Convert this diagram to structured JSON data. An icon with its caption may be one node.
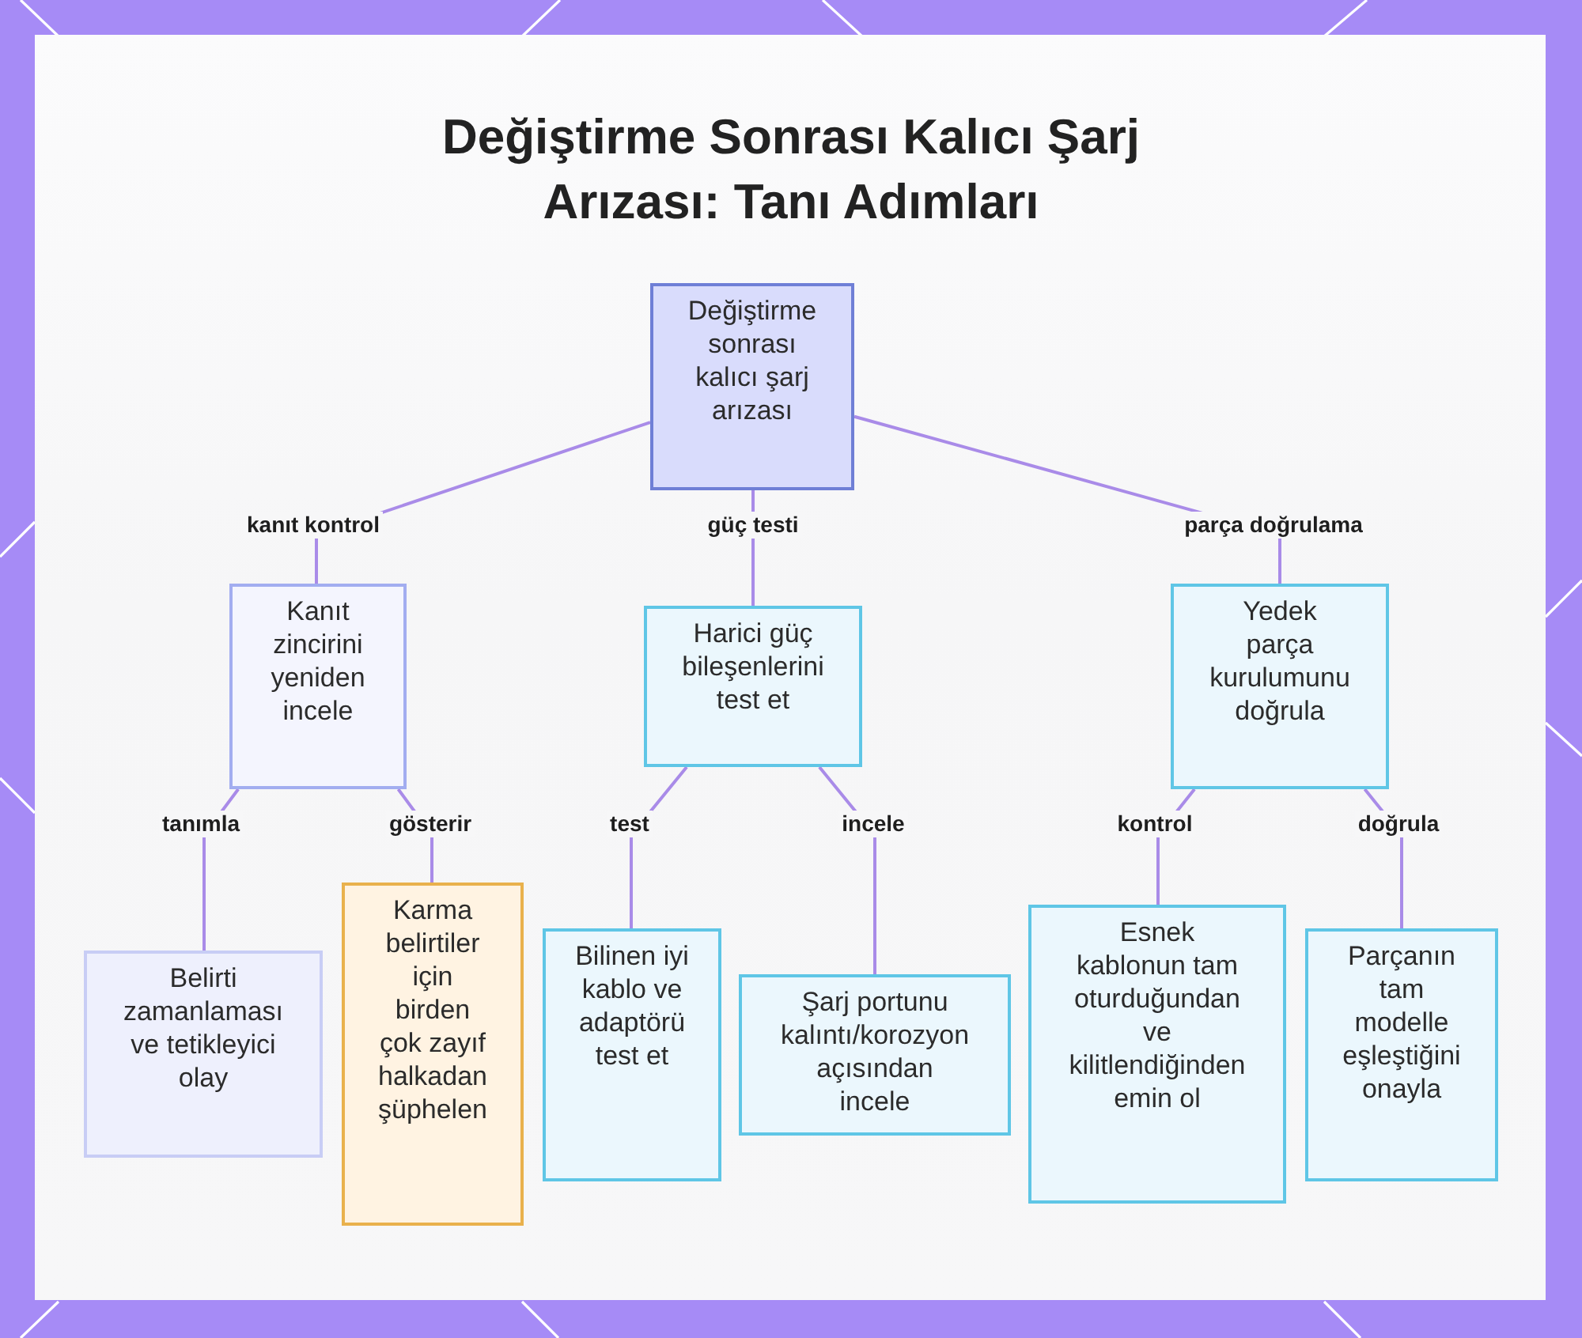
{
  "diagram": {
    "title": "Değiştirme Sonrası Kalıcı Şarj Arızası: Tanı Adımları",
    "nodes": [
      {
        "text": [
          "Değiştirme sonrası kalıcı şarj arızası"
        ]
      },
      {
        "text": [
          "Kanıt zincirini yeniden incele"
        ]
      },
      {
        "text": [
          "Harici güç bileşenlerini test et"
        ]
      },
      {
        "text": [
          "Yedek parça kurulumunu doğrula"
        ]
      },
      {
        "text": [
          "Belirti zamanlaması ve tetikleyici olay"
        ]
      },
      {
        "text": [
          "Karma belirtiler için birden çok zayıf halkadan şüphelen"
        ]
      },
      {
        "text": [
          "Bilinen iyi kablo ve adaptörü test et"
        ]
      },
      {
        "text": [
          "Şarj portunu kalıntı/korozyon açısından incele"
        ]
      },
      {
        "text": [
          "Esnek kablonun tam oturduğundan ve kilitlendiğinden emin ol"
        ]
      },
      {
        "text": [
          "Parçanın tam modelle eşleştiğini onayla"
        ]
      }
    ],
    "edges": [
      {
        "from": 0,
        "to": 1,
        "arrow": "none",
        "label": "kanıt kontrol"
      },
      {
        "from": 0,
        "to": 2,
        "arrow": "none",
        "label": "güç testi"
      },
      {
        "from": 0,
        "to": 3,
        "arrow": "none",
        "label": "parça doğrulama"
      },
      {
        "from": 1,
        "to": 4,
        "arrow": "none",
        "label": "tanımla"
      },
      {
        "from": 1,
        "to": 5,
        "arrow": "none",
        "label": "gösterir"
      },
      {
        "from": 2,
        "to": 6,
        "arrow": "none",
        "label": "test"
      },
      {
        "from": 2,
        "to": 7,
        "arrow": "none",
        "label": "incele"
      },
      {
        "from": 3,
        "to": 8,
        "arrow": "none",
        "label": "kontrol"
      },
      {
        "from": 3,
        "to": 9,
        "arrow": "none",
        "label": "doğrula"
      }
    ]
  }
}
